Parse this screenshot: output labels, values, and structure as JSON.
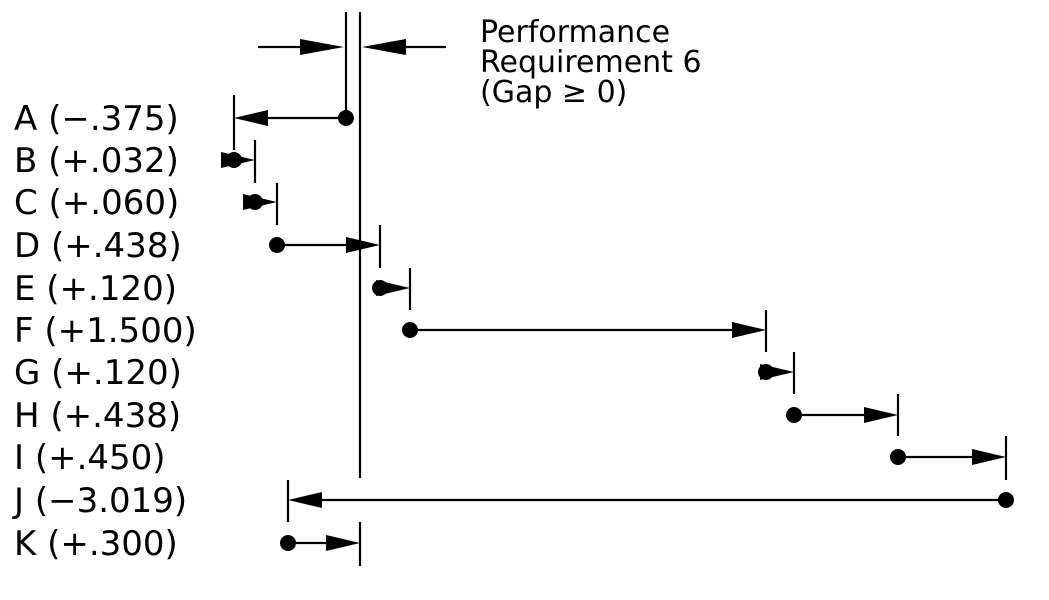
{
  "title": {
    "line1": "Performance",
    "line2": "Requirement 6",
    "line3": "(Gap ≥ 0)"
  },
  "stack": [
    {
      "label": "A",
      "value": "(−.375)",
      "amount": -0.375
    },
    {
      "label": "B",
      "value": "(+.032)",
      "amount": 0.032
    },
    {
      "label": "C",
      "value": "(+.060)",
      "amount": 0.06
    },
    {
      "label": "D",
      "value": "(+.438)",
      "amount": 0.438
    },
    {
      "label": "E",
      "value": "(+.120)",
      "amount": 0.12
    },
    {
      "label": "F",
      "value": "(+1.500)",
      "amount": 1.5
    },
    {
      "label": "G",
      "value": "(+.120)",
      "amount": 0.12
    },
    {
      "label": "H",
      "value": "(+.438)",
      "amount": 0.438
    },
    {
      "label": "I",
      "value": "(+.450)",
      "amount": 0.45
    },
    {
      "label": "J",
      "value": "(−3.019)",
      "amount": -3.019
    },
    {
      "label": "K",
      "value": "(+.300)",
      "amount": 0.3
    }
  ]
}
